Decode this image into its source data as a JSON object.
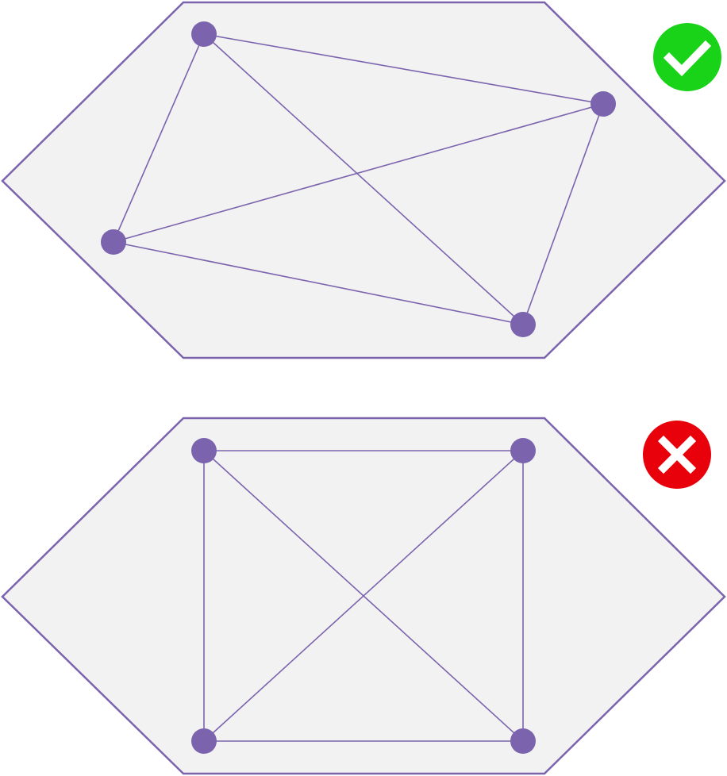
{
  "colors": {
    "background": "#ffffff",
    "shape_fill": "#f2f2f2",
    "stroke": "#7b64ad",
    "node": "#7b64ad",
    "correct_badge": "#18d318",
    "incorrect_badge": "#e8000b",
    "badge_mark": "#ffffff"
  },
  "panels": [
    {
      "id": "correct",
      "status": "correct",
      "badge_icon": "checkmark-icon"
    },
    {
      "id": "incorrect",
      "status": "incorrect",
      "badge_icon": "cross-icon"
    }
  ]
}
